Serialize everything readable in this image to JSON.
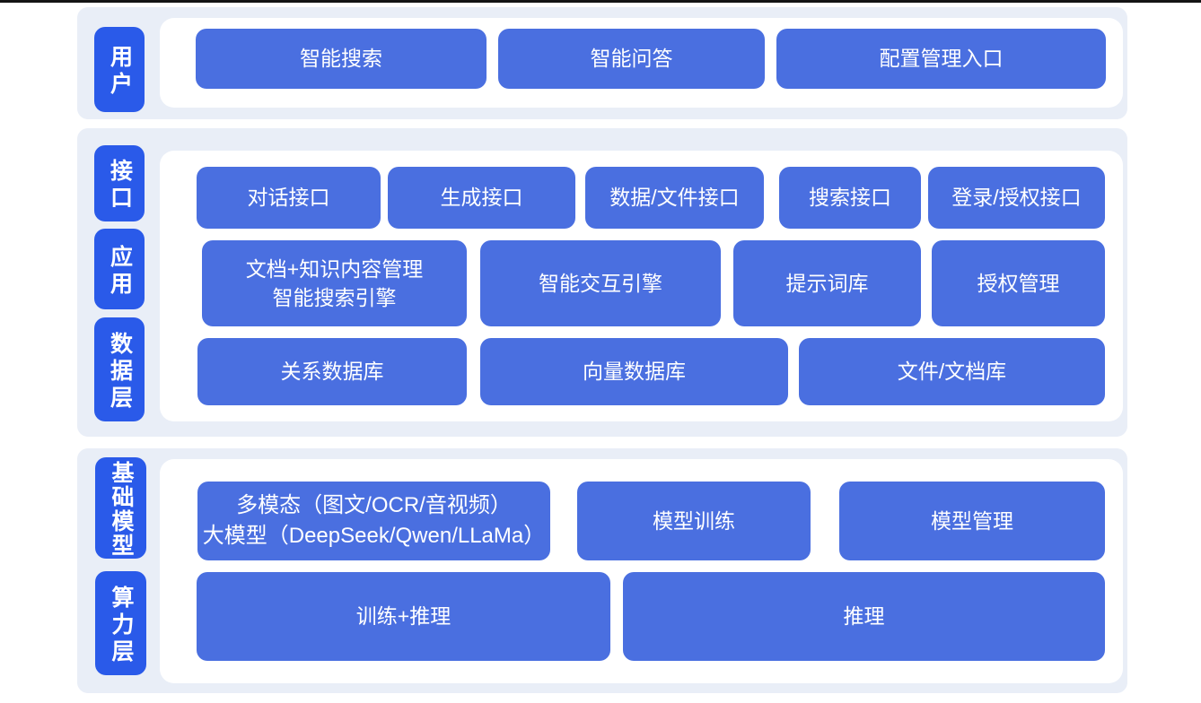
{
  "colors": {
    "pill_blue": "#2a5ae9",
    "node_blue": "#4a6fe0",
    "section_bg": "#e9eef7",
    "panel_bg": "#ffffff",
    "text": "#ffffff",
    "footer_line": "#141414"
  },
  "sections": [
    {
      "pills": [
        "用户"
      ],
      "rows": [
        {
          "boxes": [
            {
              "label": "智能搜索"
            },
            {
              "label": "智能问答"
            },
            {
              "label": "配置管理入口"
            }
          ]
        }
      ]
    },
    {
      "pills": [
        "接口",
        "应用",
        "数据层"
      ],
      "rows": [
        {
          "boxes": [
            {
              "label": "对话接口"
            },
            {
              "label": "生成接口"
            },
            {
              "label": "数据/文件接口"
            },
            {
              "label": "搜索接口"
            },
            {
              "label": "登录/授权接口"
            }
          ]
        },
        {
          "boxes": [
            {
              "line1": "文档+知识内容管理",
              "line2": "智能搜索引擎"
            },
            {
              "label": "智能交互引擎"
            },
            {
              "label": "提示词库"
            },
            {
              "label": "授权管理"
            }
          ]
        },
        {
          "boxes": [
            {
              "label": "关系数据库"
            },
            {
              "label": "向量数据库"
            },
            {
              "label": "文件/文档库"
            }
          ]
        }
      ]
    },
    {
      "pills": [
        "基础模型",
        "算力层"
      ],
      "rows": [
        {
          "boxes": [
            {
              "line1": "多模态（图文/OCR/音视频）",
              "line2": "大模型（DeepSeek/Qwen/LLaMa）"
            },
            {
              "label": "模型训练"
            },
            {
              "label": "模型管理"
            }
          ]
        },
        {
          "boxes": [
            {
              "label": "训练+推理"
            },
            {
              "label": "推理"
            }
          ]
        }
      ]
    }
  ]
}
